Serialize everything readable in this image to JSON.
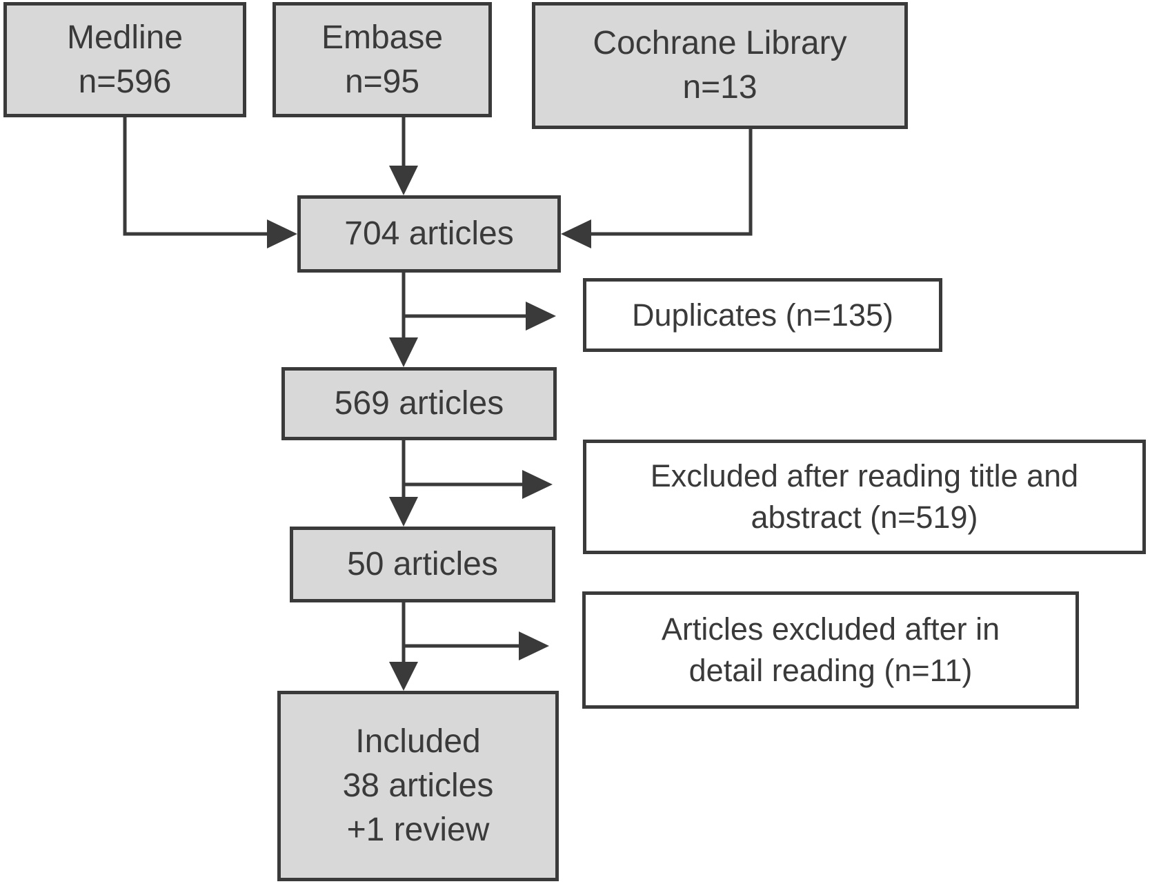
{
  "diagram": {
    "title": "Literature selection flow diagram",
    "colors": {
      "box_fill": "#d8d8d8",
      "white_fill": "#ffffff",
      "border": "#3a3a3a",
      "text": "#3a3a3a",
      "background": "#ffffff"
    },
    "boxes": {
      "medline": {
        "line1": "Medline",
        "line2": "n=596"
      },
      "embase": {
        "line1": "Embase",
        "line2": "n=95"
      },
      "cochrane": {
        "line1": "Cochrane Library",
        "line2": "n=13"
      },
      "articles_704": {
        "line1": "704 articles"
      },
      "duplicates": {
        "line1": "Duplicates (n=135)"
      },
      "articles_569": {
        "line1": "569 articles"
      },
      "excluded_title": {
        "line1": "Excluded after reading title and",
        "line2": "abstract (n=519)"
      },
      "articles_50": {
        "line1": "50 articles"
      },
      "excluded_detail": {
        "line1": "Articles excluded after in",
        "line2": "detail reading (n=11)"
      },
      "included": {
        "line1": "Included",
        "line2": "38 articles",
        "line3": "+1 review"
      }
    }
  }
}
